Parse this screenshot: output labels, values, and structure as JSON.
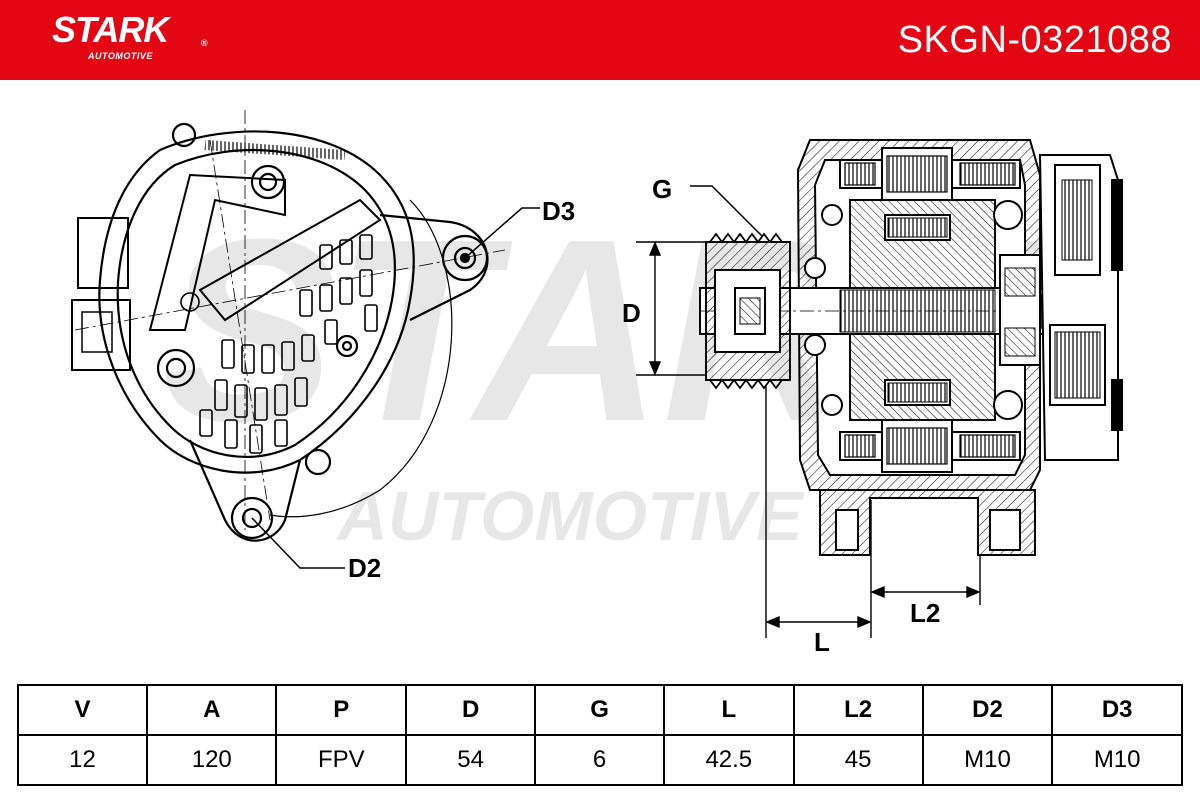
{
  "header": {
    "brand": "STARK",
    "brand_sub": "AUTOMOTIVE",
    "part_number": "SKGN-0321088",
    "color": "#e30613"
  },
  "watermark": {
    "main": "STARK",
    "sub": "AUTOMOTIVE"
  },
  "drawing": {
    "labels": {
      "d3": "D3",
      "d2": "D2",
      "g": "G",
      "d": "D",
      "l": "L",
      "l2": "L2"
    }
  },
  "specs": {
    "headers": [
      "V",
      "A",
      "P",
      "D",
      "G",
      "L",
      "L2",
      "D2",
      "D3"
    ],
    "values": [
      "12",
      "120",
      "FPV",
      "54",
      "6",
      "42.5",
      "45",
      "M10",
      "M10"
    ]
  }
}
